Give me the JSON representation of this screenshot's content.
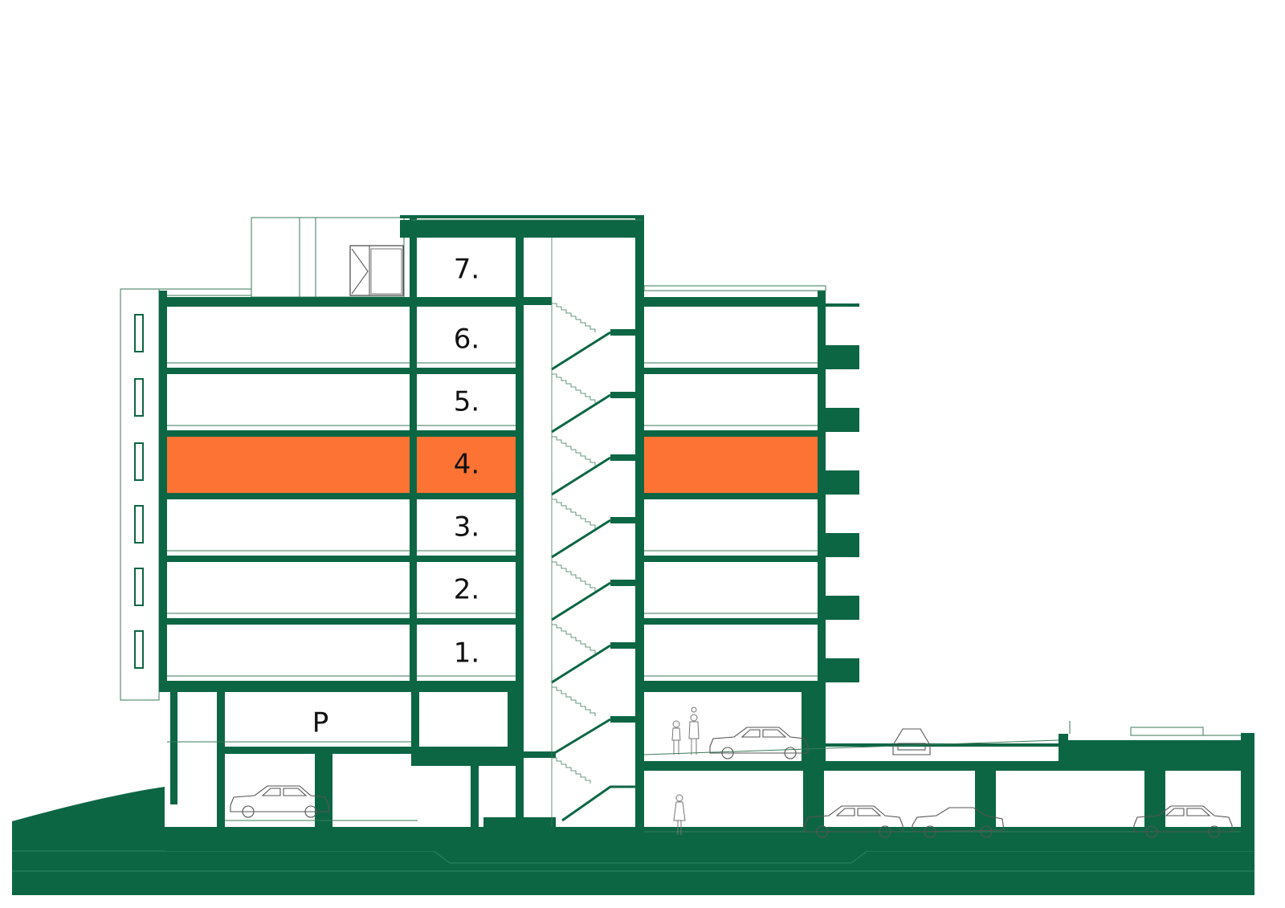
{
  "diagram": {
    "floor_labels": {
      "f7": "7.",
      "f6": "6.",
      "f5": "5.",
      "f4": "4.",
      "f3": "3.",
      "f2": "2.",
      "f1": "1.",
      "parking": "P"
    },
    "highlighted_floor": "4.",
    "colors": {
      "structure": "#0c6644",
      "highlight": "#fc7333",
      "background": "#ffffff"
    }
  }
}
